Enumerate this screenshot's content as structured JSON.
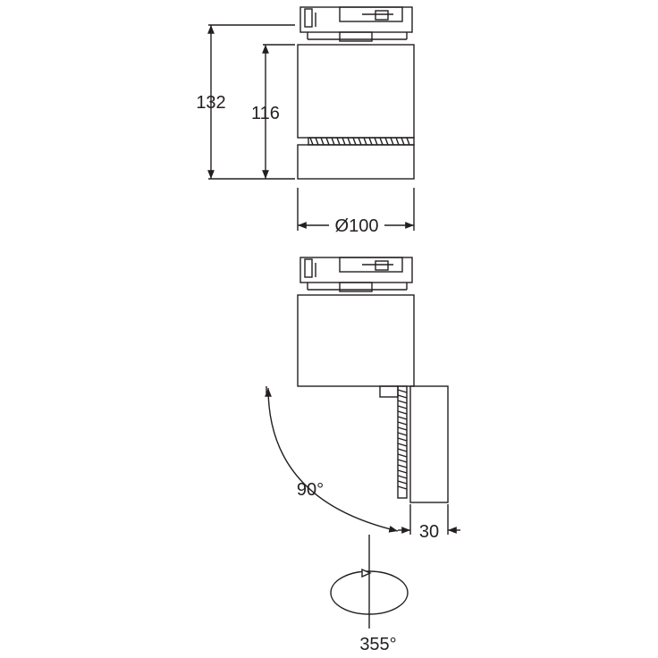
{
  "colors": {
    "line": "#231f20",
    "background": "#ffffff"
  },
  "dimensions": {
    "overall_height": "132",
    "body_height": "116",
    "diameter": "Ø100",
    "tilt_angle": "90°",
    "offset": "30",
    "rotation_angle": "355°"
  }
}
